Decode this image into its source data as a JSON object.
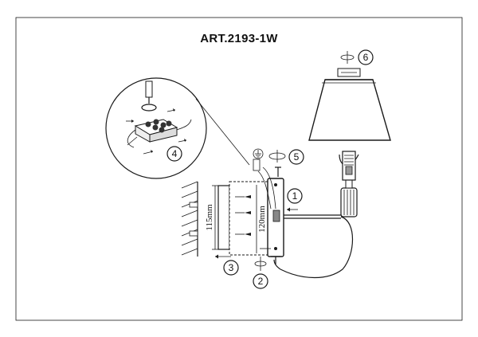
{
  "title": "ART.2193-1W",
  "steps": [
    {
      "label": "1"
    },
    {
      "label": "2"
    },
    {
      "label": "3"
    },
    {
      "label": "4"
    },
    {
      "label": "5"
    },
    {
      "label": "6"
    }
  ],
  "dimensions": {
    "height_115": "115mm",
    "height_120": "120mm"
  }
}
